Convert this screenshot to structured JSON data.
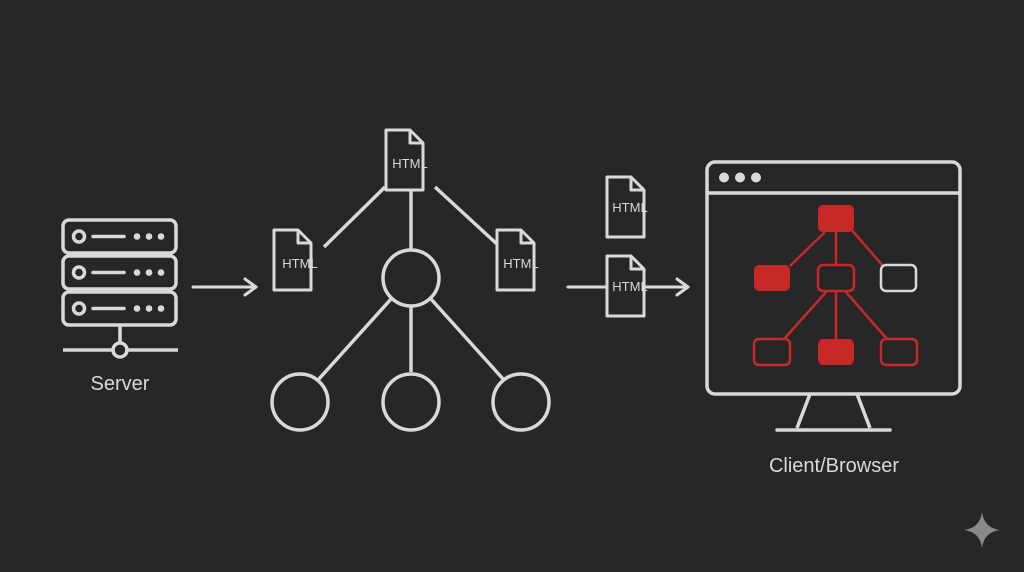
{
  "diagram": {
    "server_label": "Server",
    "client_label": "Client/Browser",
    "tree_doc_label": "HTML",
    "transfer_doc_label": "HTML"
  },
  "colors": {
    "background": "#262626",
    "stroke": "#d9d9d9",
    "accent": "#c62828"
  },
  "icons": {
    "server": "server-icon",
    "document": "html-document-icon",
    "monitor": "monitor-icon",
    "sparkle": "sparkle-icon"
  }
}
